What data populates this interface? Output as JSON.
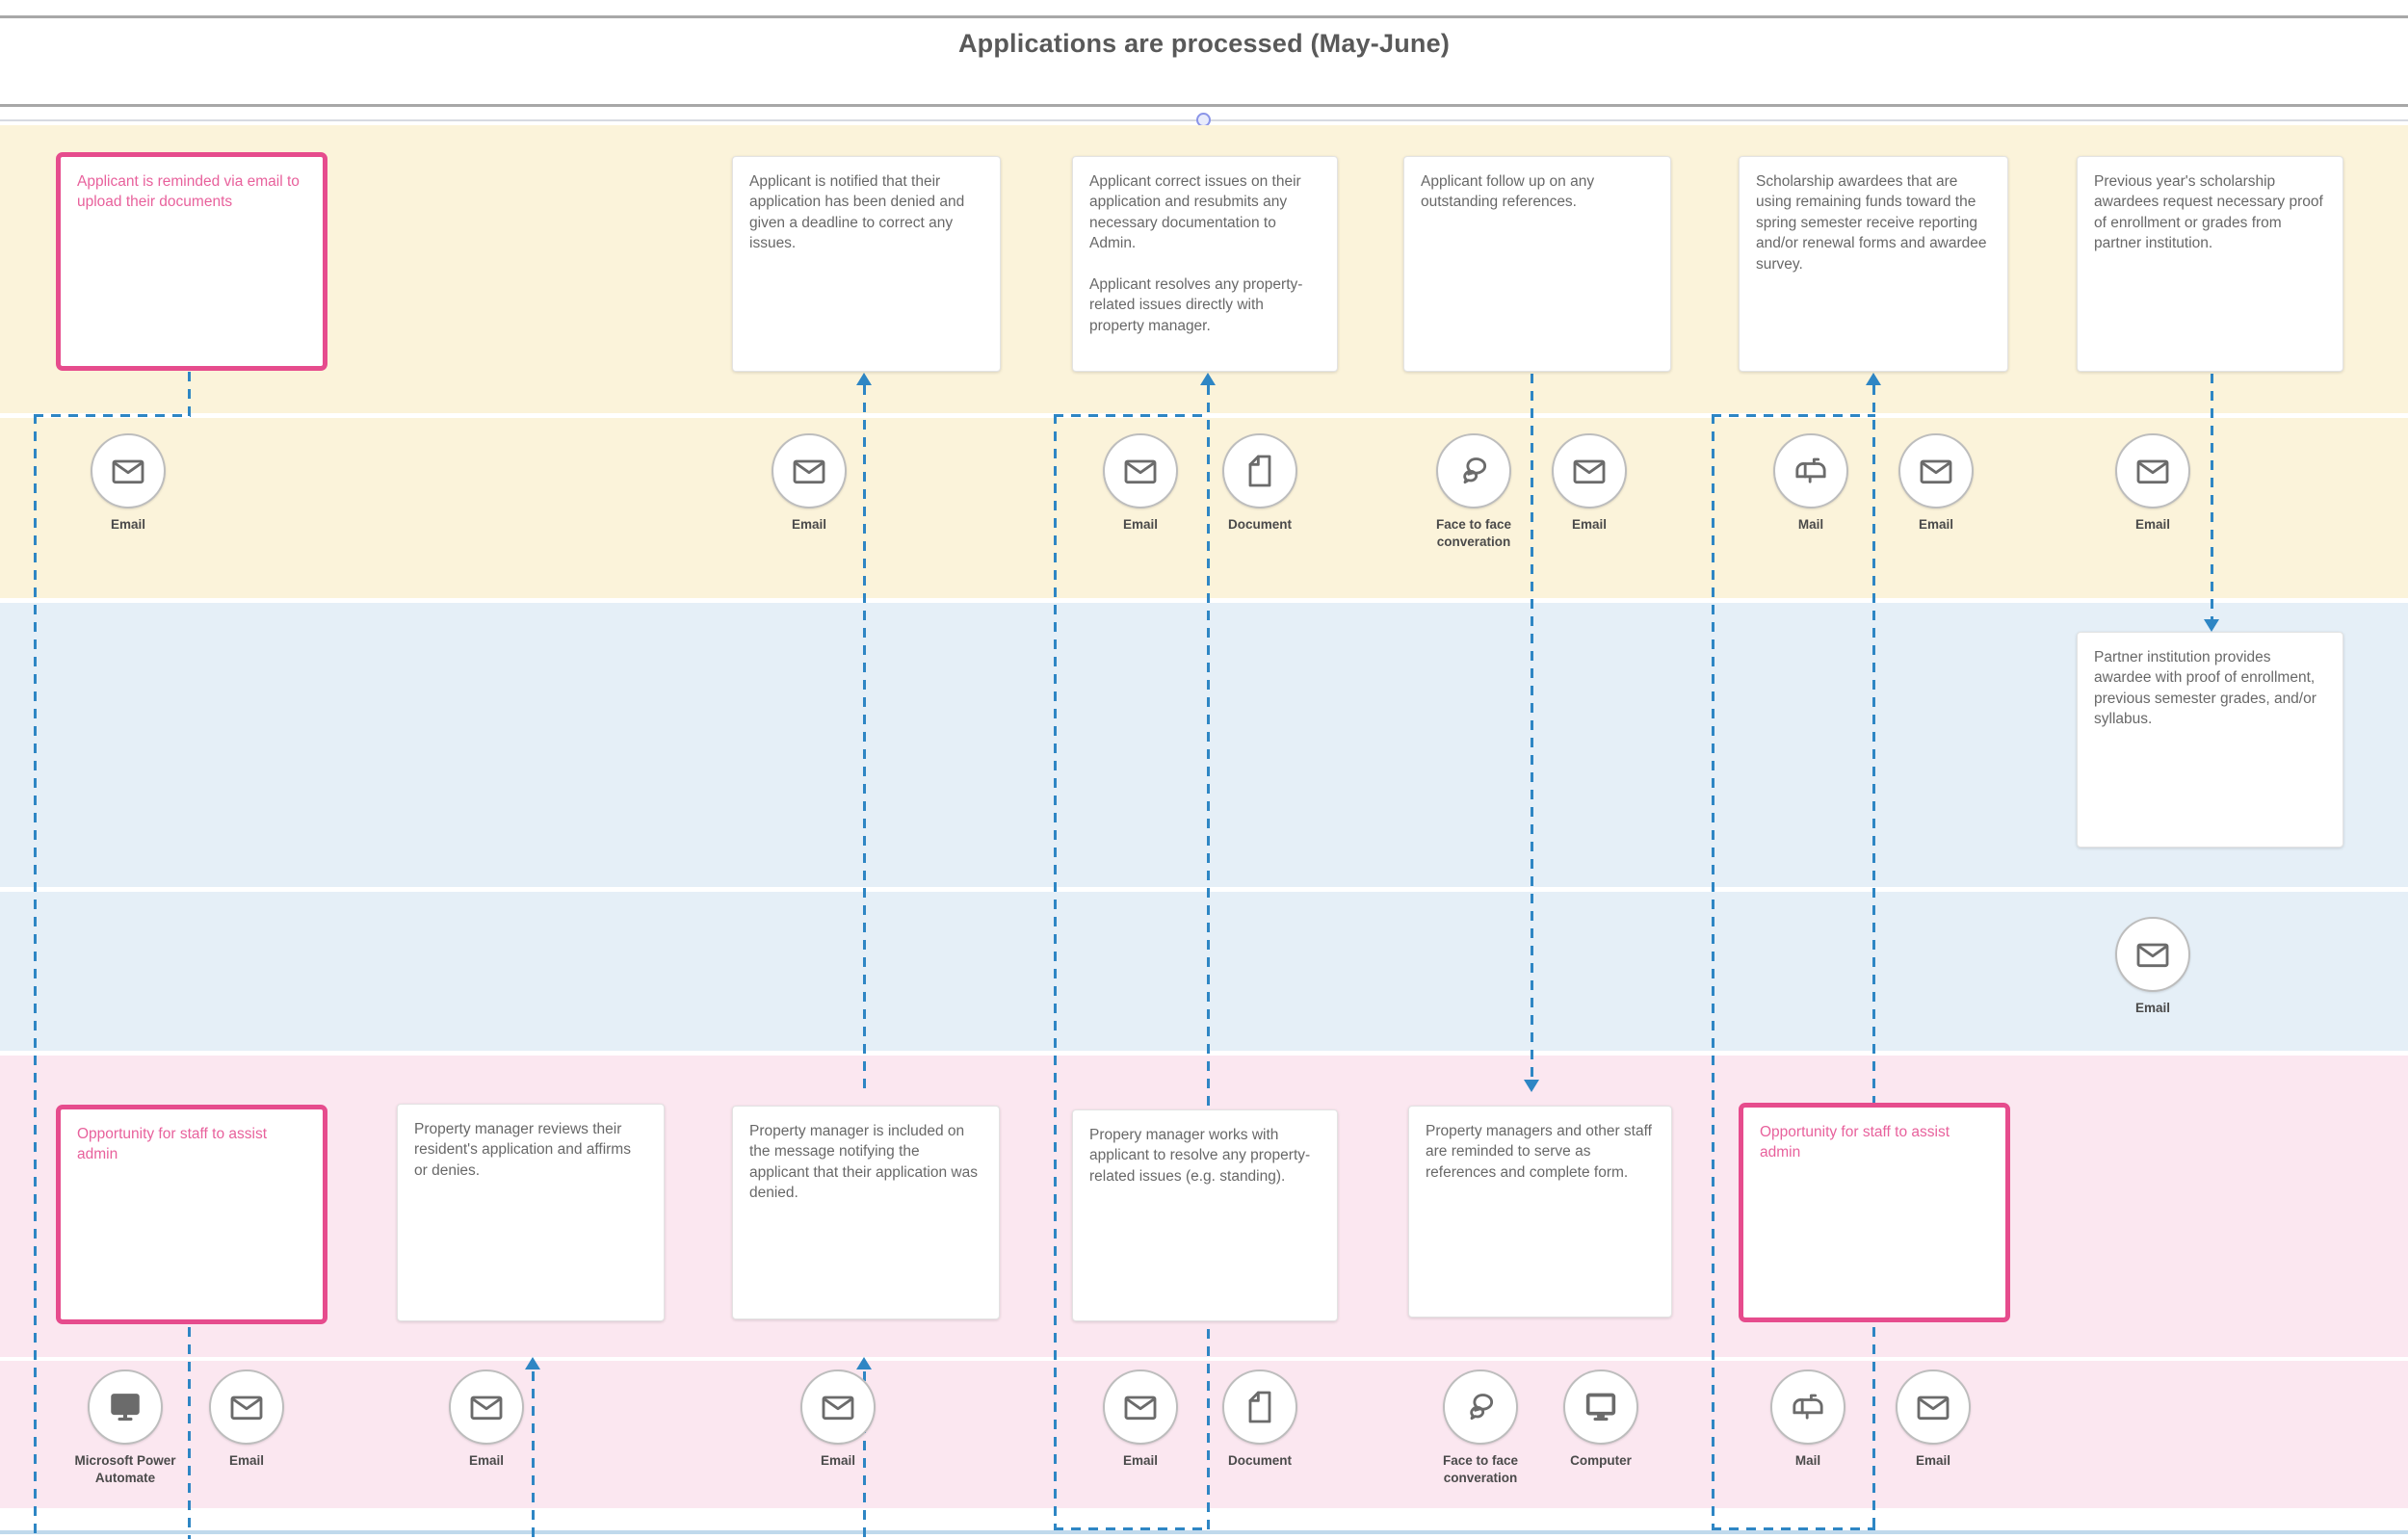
{
  "header": {
    "title": "Applications are processed (May-June)"
  },
  "colors": {
    "lane_applicant": "#fbf3da",
    "lane_partner": "#e5eff7",
    "lane_staff": "#fbe7f0",
    "opportunity_border": "#e64c8d",
    "connector_blue": "#2e86c4"
  },
  "lanes": {
    "applicant": {
      "cards": [
        {
          "type": "opportunity",
          "text": "Applicant is reminded via email to upload their documents"
        },
        {
          "type": "normal",
          "text": "Applicant is notified that their application has been denied and given a deadline to correct any issues."
        },
        {
          "type": "normal",
          "text": "Applicant correct issues on their application and resubmits any necessary documentation to Admin.\n\nApplicant resolves any property-related issues directly with property manager."
        },
        {
          "type": "normal",
          "text": "Applicant follow up on any outstanding references."
        },
        {
          "type": "normal",
          "text": "Scholarship awardees that are using remaining funds toward the spring semester receive reporting and/or renewal forms and awardee survey."
        },
        {
          "type": "normal",
          "text": "Previous year's scholarship awardees request necessary proof of enrollment or grades from partner institution."
        }
      ],
      "channels": [
        {
          "icon": "email-icon",
          "label": "Email"
        },
        {
          "icon": "email-icon",
          "label": "Email"
        },
        {
          "icon": "email-icon",
          "label": "Email"
        },
        {
          "icon": "document-icon",
          "label": "Document"
        },
        {
          "icon": "chat-icon",
          "label": "Face to face converation"
        },
        {
          "icon": "email-icon",
          "label": "Email"
        },
        {
          "icon": "mailbox-icon",
          "label": "Mail"
        },
        {
          "icon": "email-icon",
          "label": "Email"
        },
        {
          "icon": "email-icon",
          "label": "Email"
        }
      ]
    },
    "partner": {
      "cards": [
        {
          "type": "normal",
          "text": "Partner institution provides awardee with proof of enrollment, previous semester grades, and/or syllabus."
        }
      ],
      "channels": [
        {
          "icon": "email-icon",
          "label": "Email"
        }
      ]
    },
    "staff": {
      "cards": [
        {
          "type": "opportunity",
          "text": "Opportunity for staff to assist admin"
        },
        {
          "type": "normal",
          "text": "Property manager reviews their resident's application and affirms or denies."
        },
        {
          "type": "normal",
          "text": "Property manager is included on the message notifying the applicant that their application was denied."
        },
        {
          "type": "normal",
          "text": "Propery manager works with applicant to resolve any property-related issues (e.g. standing)."
        },
        {
          "type": "normal",
          "text": "Property managers and other staff are reminded to serve as references and complete form."
        },
        {
          "type": "opportunity",
          "text": "Opportunity for staff to assist admin"
        }
      ],
      "channels": [
        {
          "icon": "computer-filled-icon",
          "label": "Microsoft Power Automate"
        },
        {
          "icon": "email-icon",
          "label": "Email"
        },
        {
          "icon": "email-icon",
          "label": "Email"
        },
        {
          "icon": "email-icon",
          "label": "Email"
        },
        {
          "icon": "email-icon",
          "label": "Email"
        },
        {
          "icon": "document-icon",
          "label": "Document"
        },
        {
          "icon": "chat-icon",
          "label": "Face to face converation"
        },
        {
          "icon": "computer-icon",
          "label": "Computer"
        },
        {
          "icon": "mailbox-icon",
          "label": "Mail"
        },
        {
          "icon": "email-icon",
          "label": "Email"
        }
      ]
    }
  }
}
